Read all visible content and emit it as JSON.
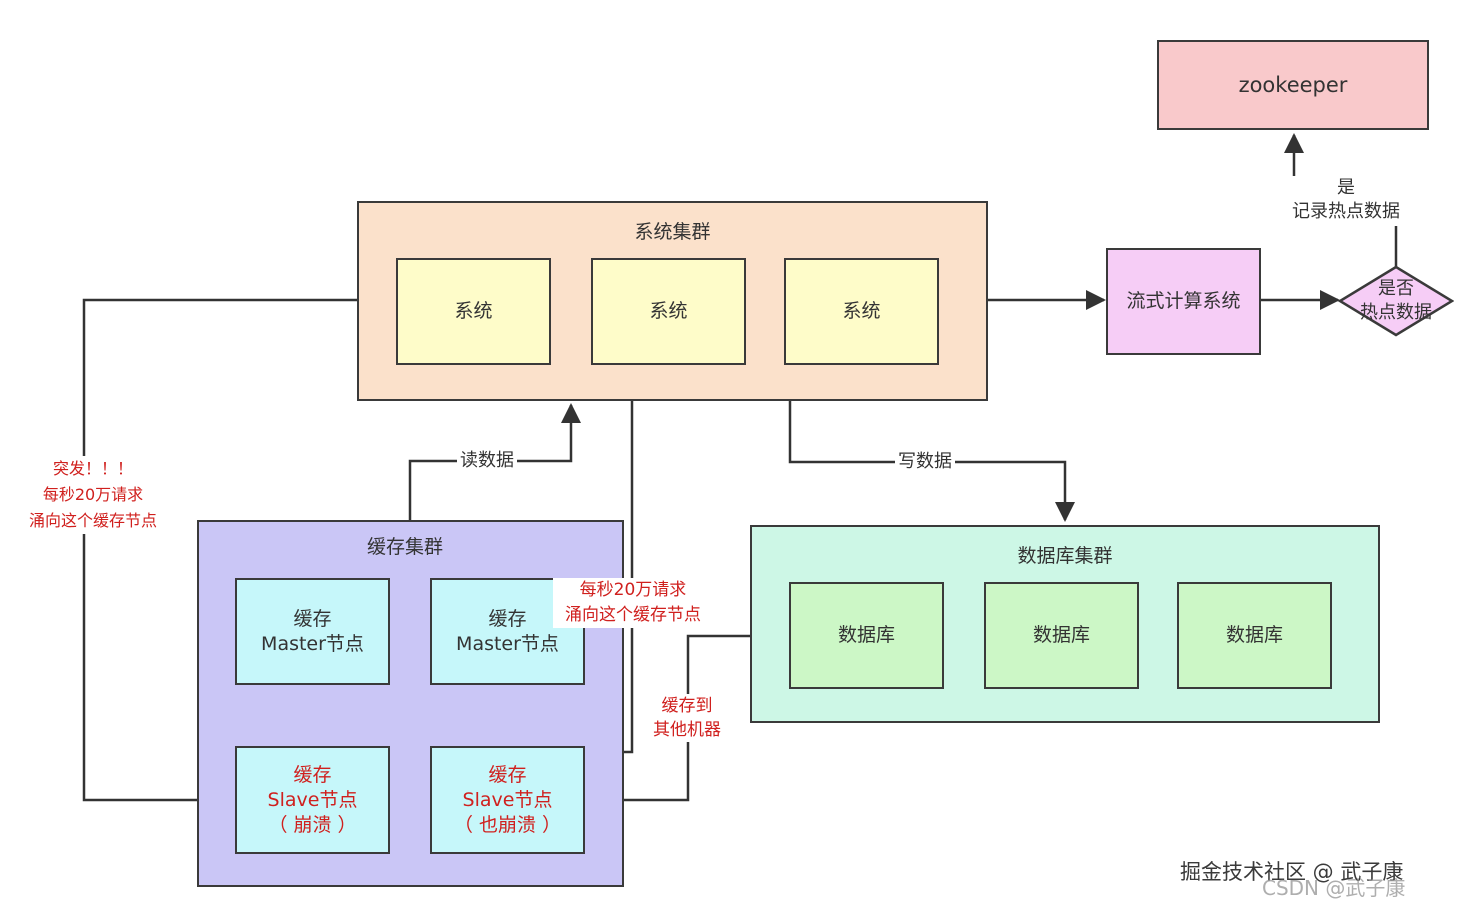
{
  "zookeeper": {
    "label": "zookeeper"
  },
  "system_cluster": {
    "title": "系统集群",
    "nodes": [
      "系统",
      "系统",
      "系统"
    ]
  },
  "stream_system": {
    "label": "流式计算系统"
  },
  "decision": {
    "line1": "是否",
    "line2": "热点数据"
  },
  "record_hot": {
    "line1": "是",
    "line2": "记录热点数据"
  },
  "cache_cluster": {
    "title": "缓存集群",
    "masters": [
      {
        "line1": "缓存",
        "line2": "Master节点"
      },
      {
        "line1": "缓存",
        "line2": "Master节点"
      }
    ],
    "slaves": [
      {
        "line1": "缓存",
        "line2": "Slave节点",
        "line3": "（ 崩溃 ）"
      },
      {
        "line1": "缓存",
        "line2": "Slave节点",
        "line3": "（ 也崩溃 ）"
      }
    ]
  },
  "db_cluster": {
    "title": "数据库集群",
    "nodes": [
      "数据库",
      "数据库",
      "数据库"
    ]
  },
  "edge_labels": {
    "read": "读数据",
    "write": "写数据",
    "cache_to_other": {
      "line1": "缓存到",
      "line2": "其他机器"
    }
  },
  "annotations": {
    "burst": {
      "line1": "突发！！！",
      "line2": "每秒20万请求",
      "line3": "涌向这个缓存节点"
    },
    "second_burst": {
      "line1": "每秒20万请求",
      "line2": "涌向这个缓存节点"
    }
  },
  "watermarks": {
    "juejin": "掘金技术社区 @ 武子康",
    "csdn": "CSDN @武子康"
  },
  "colors": {
    "zookeeper_fill": "#f9c9cb",
    "system_cluster_fill": "#fbe1cb",
    "system_node_fill": "#fefcc9",
    "stream_fill": "#f6cdf6",
    "decision_fill": "#f6cdf6",
    "cache_cluster_fill": "#cac6f6",
    "cache_node_fill": "#c6f7fa",
    "db_cluster_fill": "#cdf7e6",
    "db_node_fill": "#ccf7c6",
    "alert_text": "#d0201e"
  }
}
